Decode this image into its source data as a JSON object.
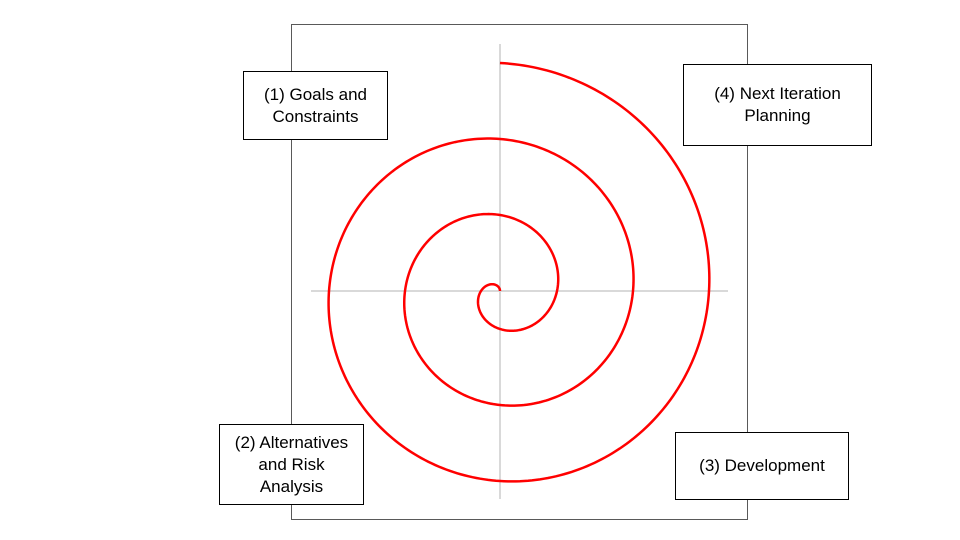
{
  "diagram": {
    "spiral_color": "#ff0000",
    "axis_color": "#d9d9d9",
    "frame_color": "#595959",
    "quadrants": [
      {
        "id": "goals",
        "label": "(1) Goals and\nConstraints"
      },
      {
        "id": "alternatives",
        "label": "(2) Alternatives\nand Risk\nAnalysis"
      },
      {
        "id": "development",
        "label": "(3) Development"
      },
      {
        "id": "planning",
        "label": "(4) Next Iteration\nPlanning"
      }
    ]
  }
}
